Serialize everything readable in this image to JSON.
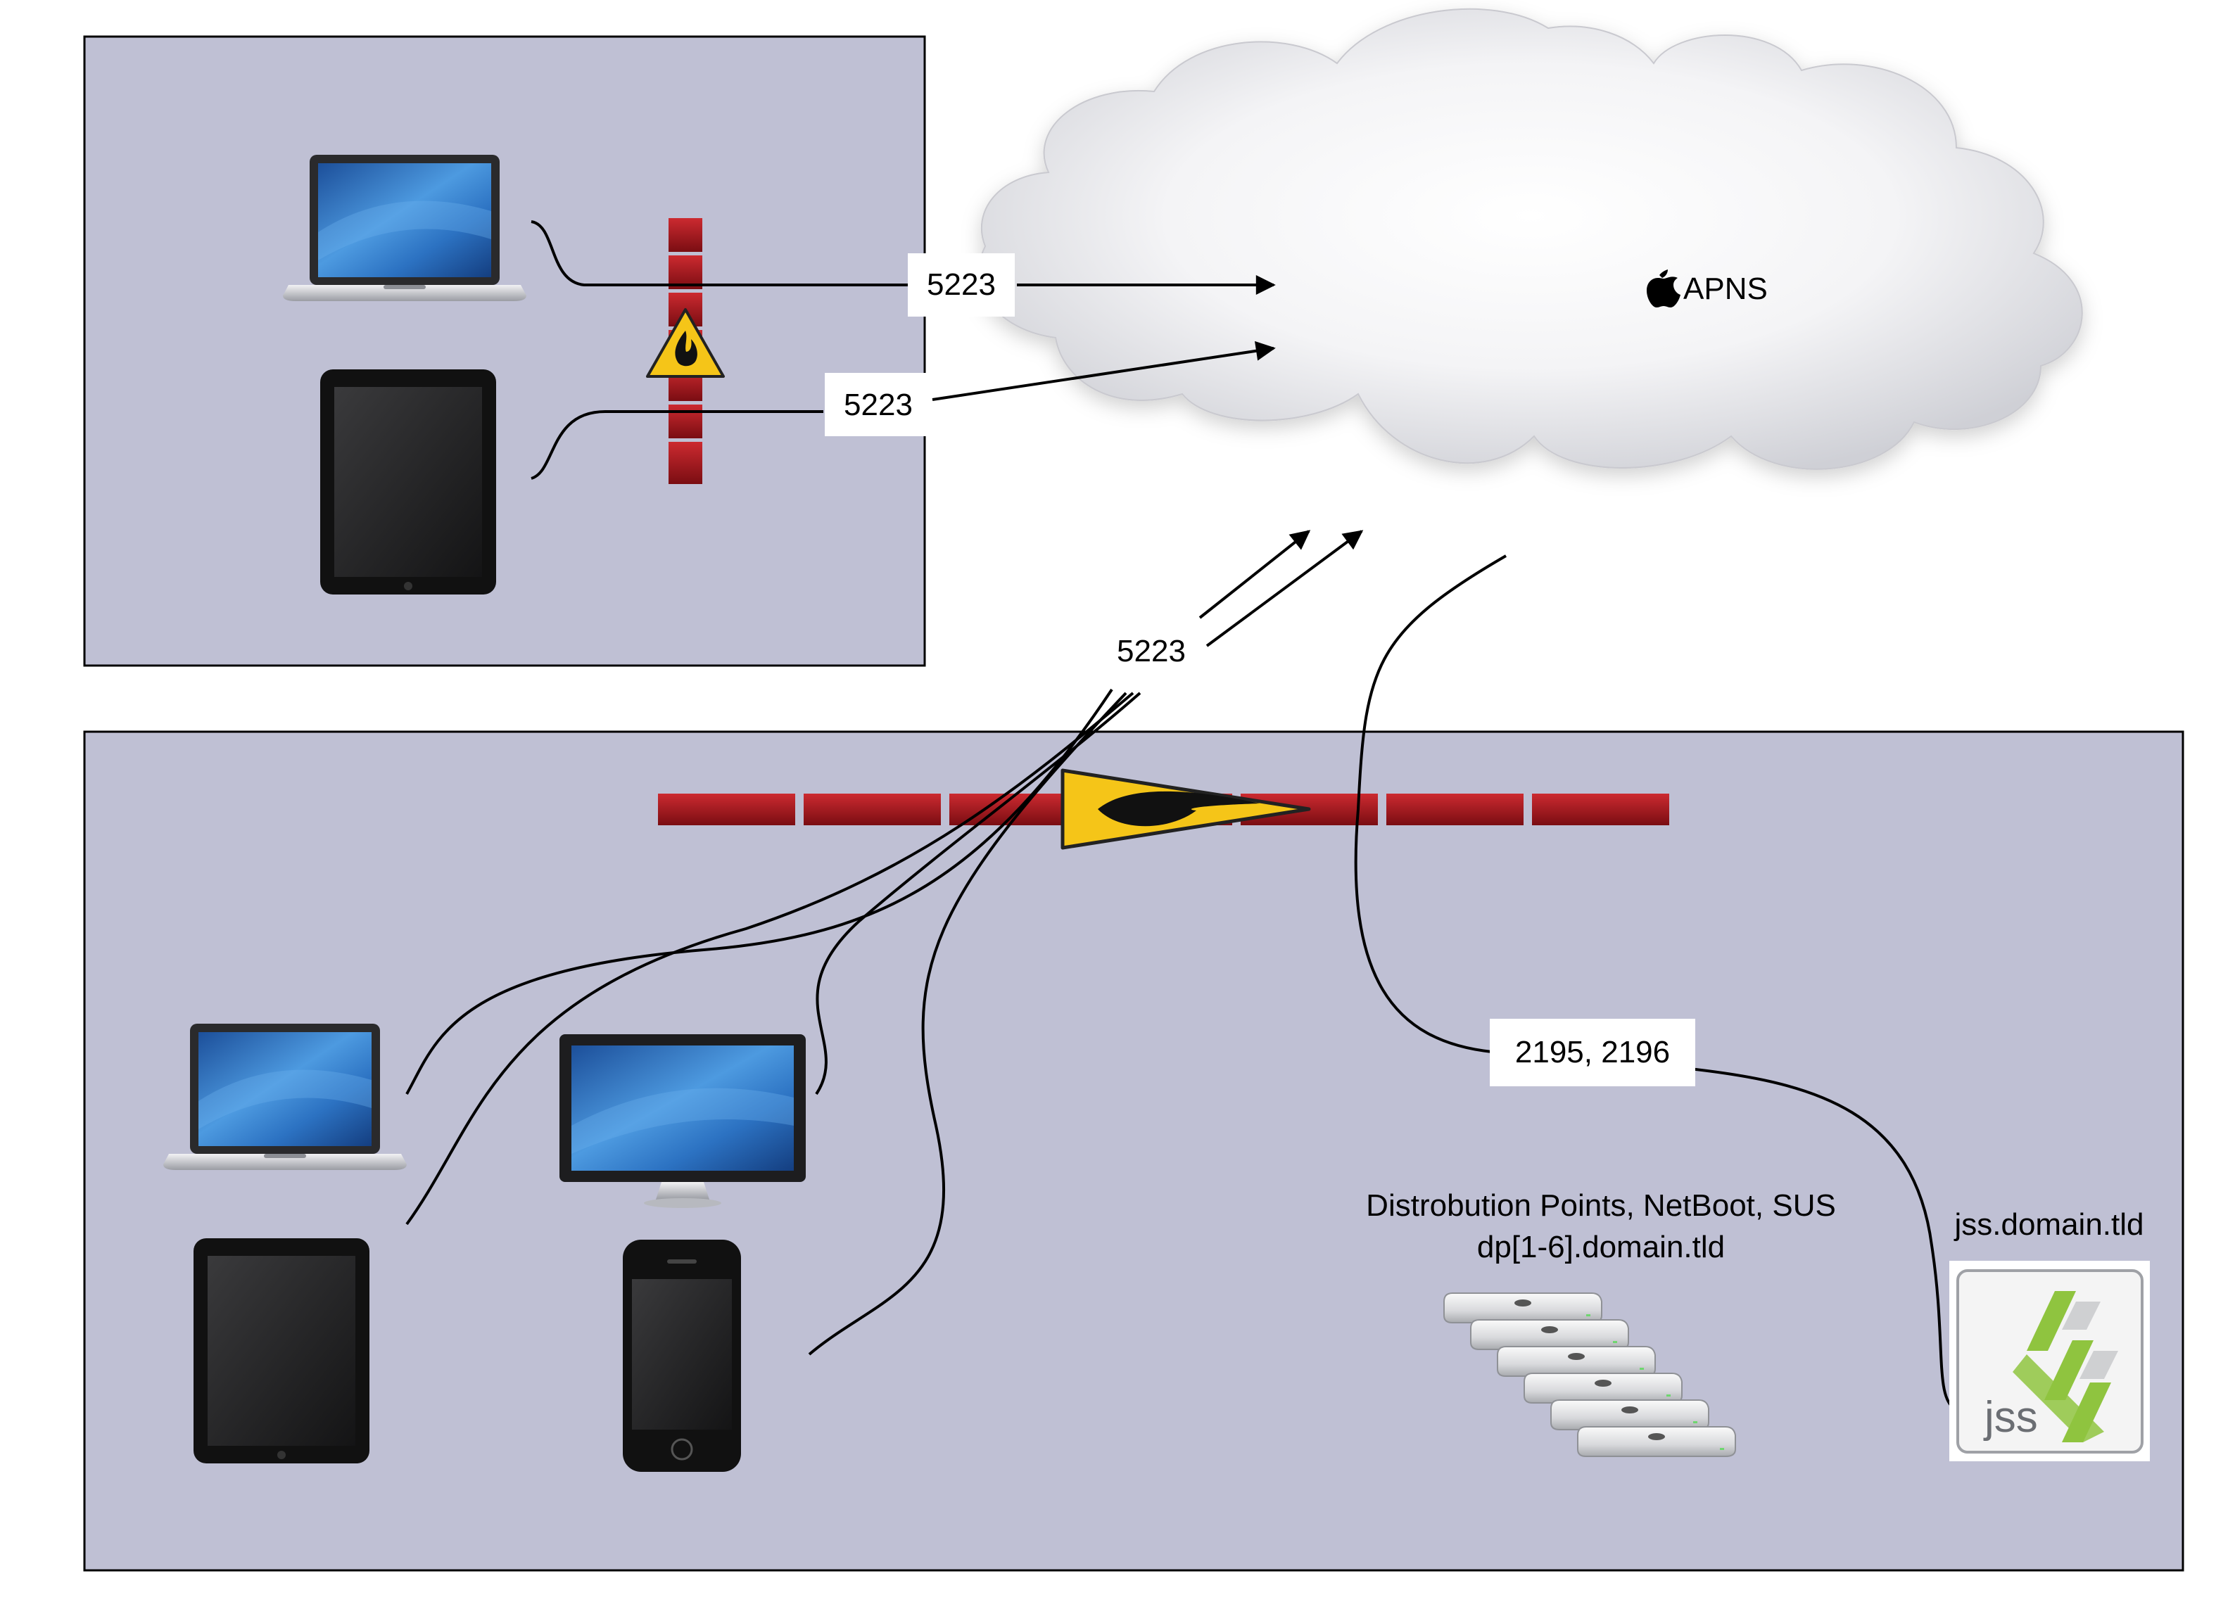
{
  "cloud": {
    "label": "APNS",
    "logo_icon": "apple-logo-icon"
  },
  "ports": {
    "remote_laptop": "5223",
    "remote_tablet": "5223",
    "internal_devices": "5223",
    "jss_to_apns": "2195, 2196"
  },
  "servers": {
    "distribution_title": "Distrobution Points, NetBoot, SUS",
    "distribution_host": "dp[1-6].domain.tld",
    "jss_host": "jss.domain.tld",
    "jss_logo_text": "jss"
  },
  "icons": {
    "firewall": "firewall-icon",
    "laptop": "laptop-icon",
    "tablet": "tablet-icon",
    "monitor": "desktop-monitor-icon",
    "phone": "phone-icon",
    "server": "mac-mini-server-icon",
    "jss": "jss-logo-icon"
  },
  "colors": {
    "zone_fill": "#bfc0d4",
    "firewall_red": "#a3141b",
    "warning_yellow": "#f5c518",
    "screen_blue": "#2f7fc8"
  }
}
